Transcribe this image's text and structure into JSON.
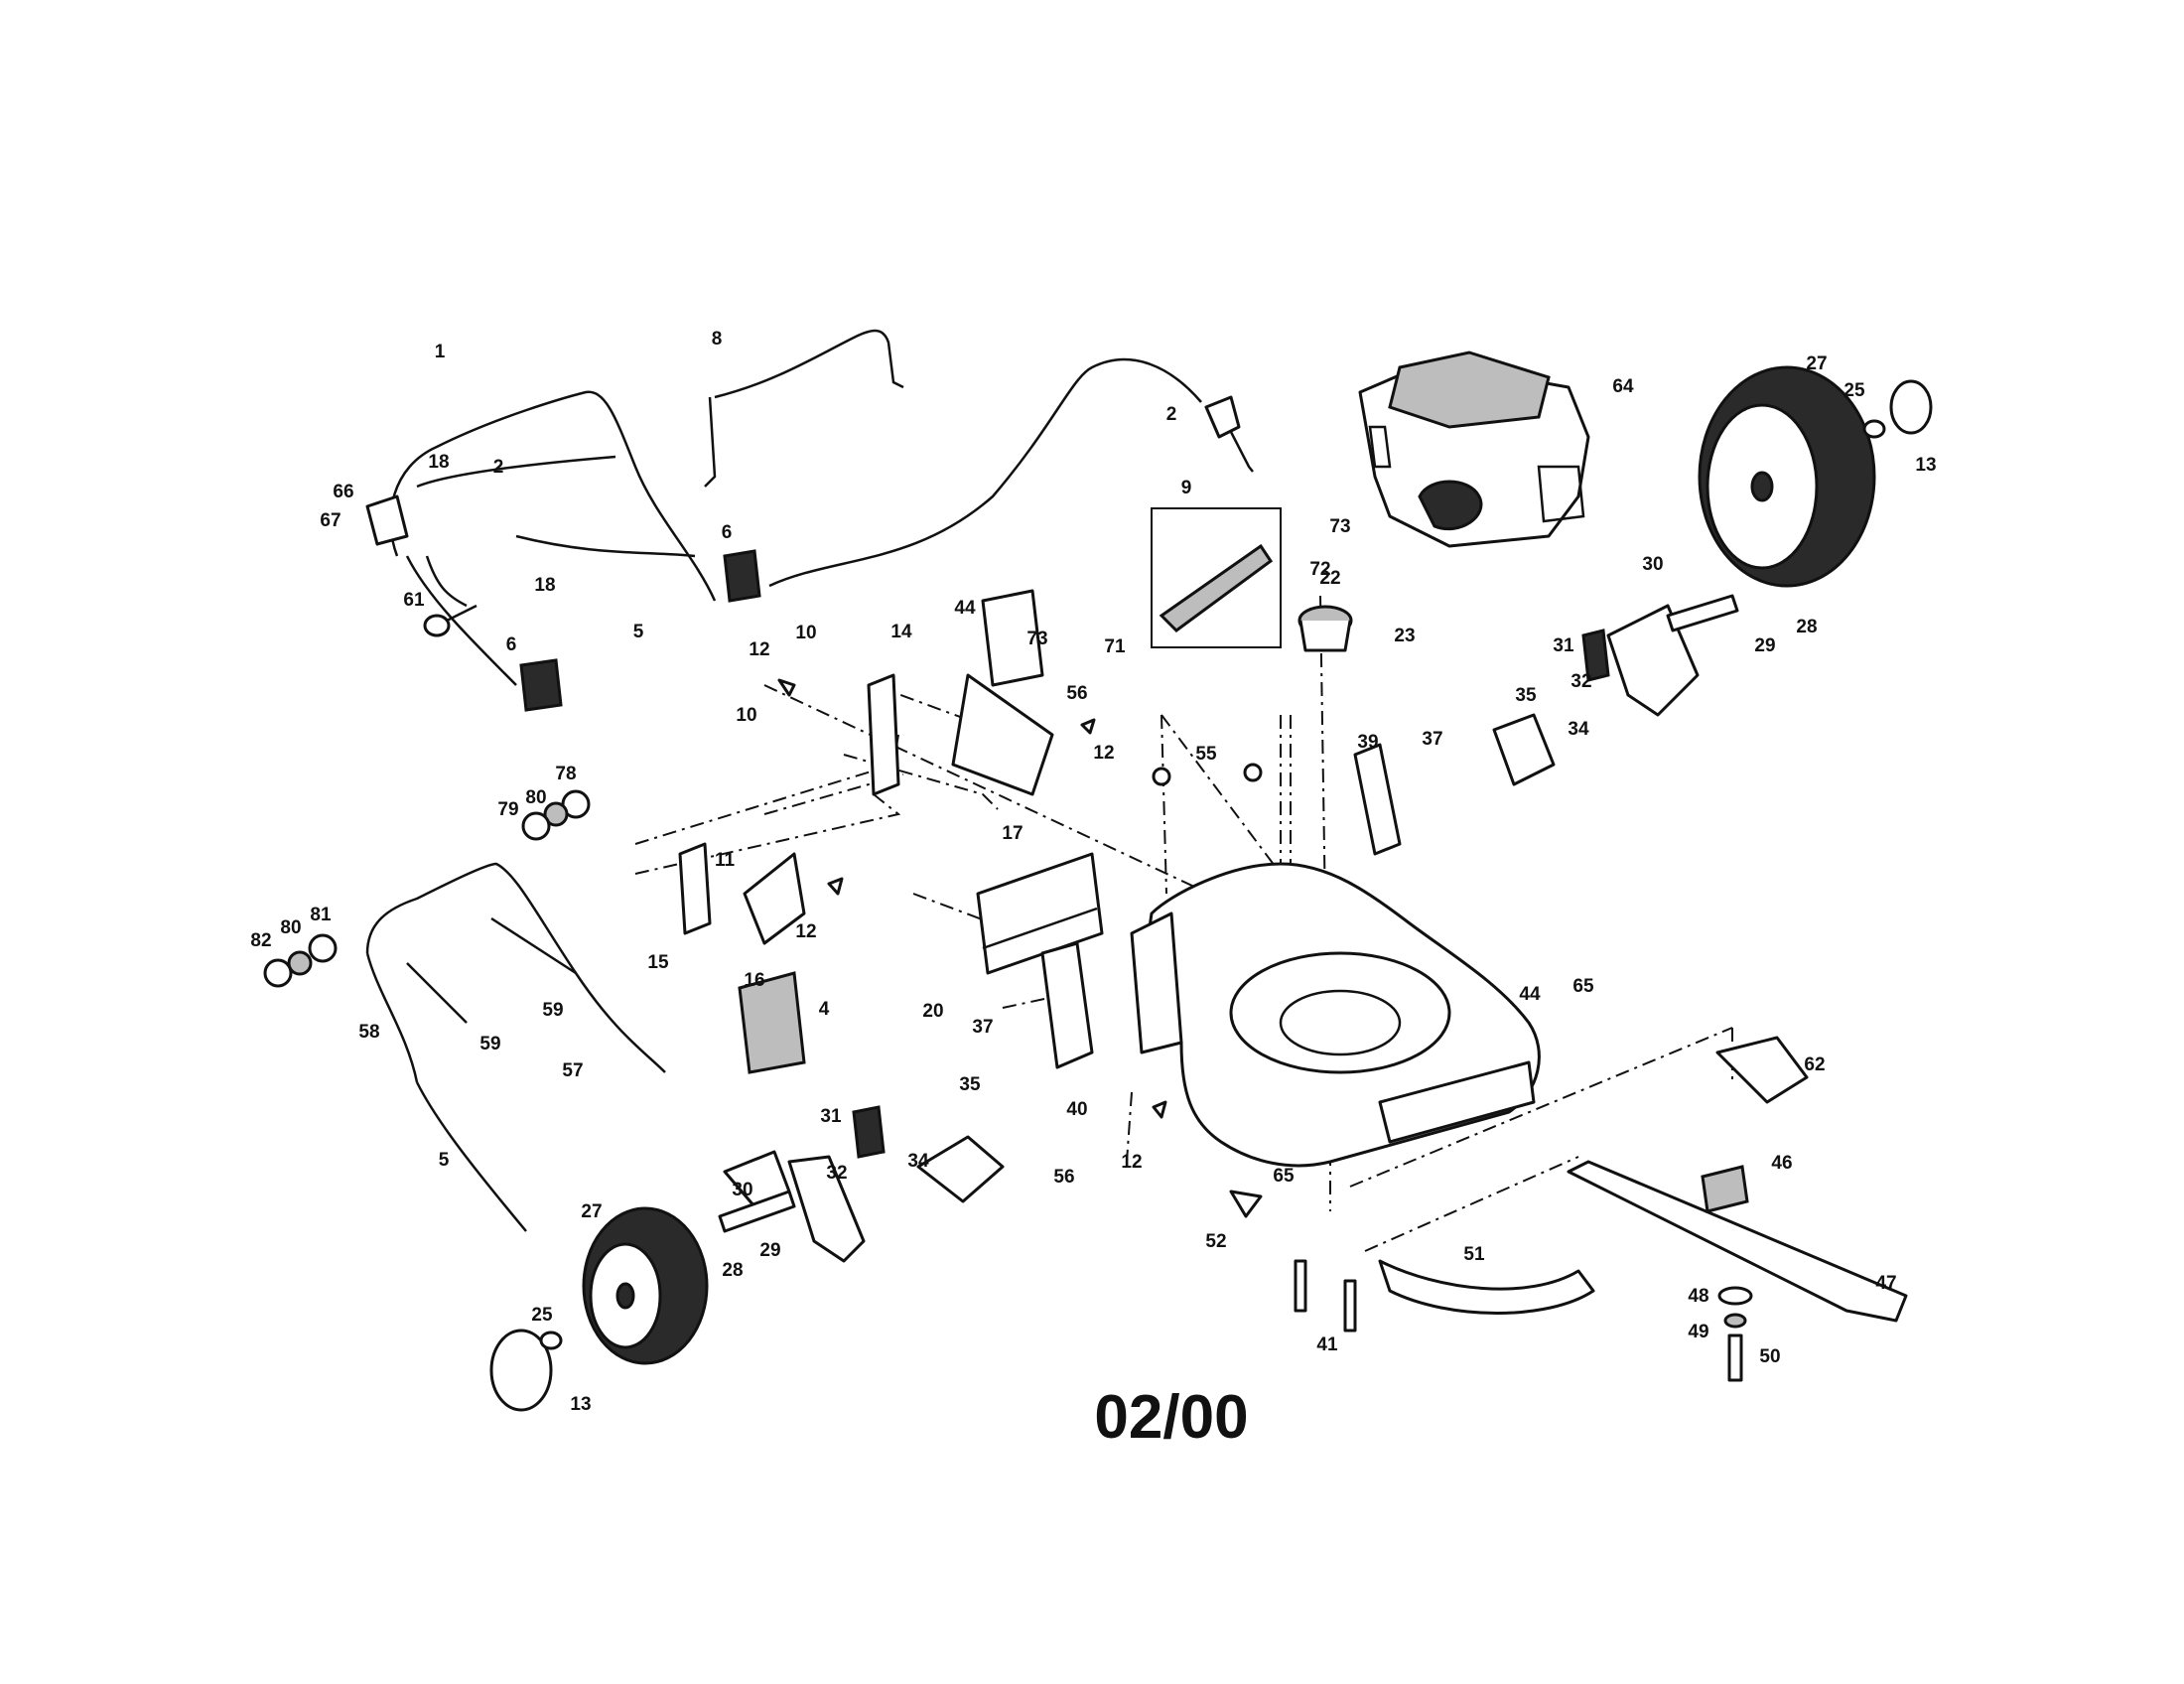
{
  "diagram": {
    "date_code": "02/00",
    "callouts": {
      "c1": "1",
      "c2a": "2",
      "c2b": "2",
      "c4": "4",
      "c5a": "5",
      "c5b": "5",
      "c6a": "6",
      "c6b": "6",
      "c8": "8",
      "c9": "9",
      "c10a": "10",
      "c10b": "10",
      "c11": "11",
      "c12a": "12",
      "c12b": "12",
      "c12c": "12",
      "c12d": "12",
      "c13a": "13",
      "c13b": "13",
      "c14": "14",
      "c15": "15",
      "c16": "16",
      "c17": "17",
      "c18a": "18",
      "c18b": "18",
      "c20": "20",
      "c22": "22",
      "c23": "23",
      "c25a": "25",
      "c25b": "25",
      "c27a": "27",
      "c27b": "27",
      "c28a": "28",
      "c28b": "28",
      "c29a": "29",
      "c29b": "29",
      "c30a": "30",
      "c30b": "30",
      "c31a": "31",
      "c31b": "31",
      "c32a": "32",
      "c32b": "32",
      "c34a": "34",
      "c34b": "34",
      "c35a": "35",
      "c35b": "35",
      "c37a": "37",
      "c37b": "37",
      "c39": "39",
      "c40": "40",
      "c41": "41",
      "c44a": "44",
      "c44b": "44",
      "c46": "46",
      "c47": "47",
      "c48": "48",
      "c49": "49",
      "c50": "50",
      "c51": "51",
      "c52": "52",
      "c55": "55",
      "c56a": "56",
      "c56b": "56",
      "c57": "57",
      "c58": "58",
      "c59a": "59",
      "c59b": "59",
      "c61": "61",
      "c62": "62",
      "c64": "64",
      "c65a": "65",
      "c65b": "65",
      "c66": "66",
      "c67": "67",
      "c71": "71",
      "c72": "72",
      "c73a": "73",
      "c73b": "73",
      "c78": "78",
      "c79": "79",
      "c80a": "80",
      "c80b": "80",
      "c81": "81",
      "c82": "82"
    }
  }
}
